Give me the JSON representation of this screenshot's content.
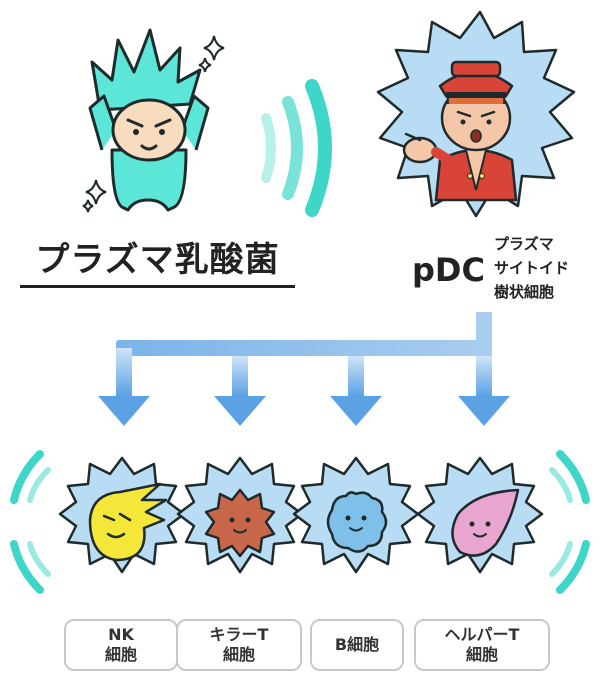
{
  "characters": {
    "plasma_lactobacillus": {
      "label": "プラズマ乳酸菌"
    },
    "pdc": {
      "abbr": "pDC",
      "description_lines": [
        "プラズマ",
        "サイトイド",
        "樹状細胞"
      ]
    }
  },
  "immune_cells": [
    {
      "line1": "NK",
      "line2": "細胞",
      "color": "#f5e63a"
    },
    {
      "line1": "キラーT",
      "line2": "細胞",
      "color": "#c8674a"
    },
    {
      "line1": "B細胞",
      "line2": "",
      "color": "#7fc0ea"
    },
    {
      "line1": "ヘルパーT",
      "line2": "細胞",
      "color": "#e8a5cf"
    }
  ],
  "colors": {
    "mascot": "#5ce6d8",
    "signal_waves": "#3ed6c8",
    "arrows": "#62a7e6",
    "burst_fill": "#b9dcf5",
    "officer_red": "#d94438"
  }
}
